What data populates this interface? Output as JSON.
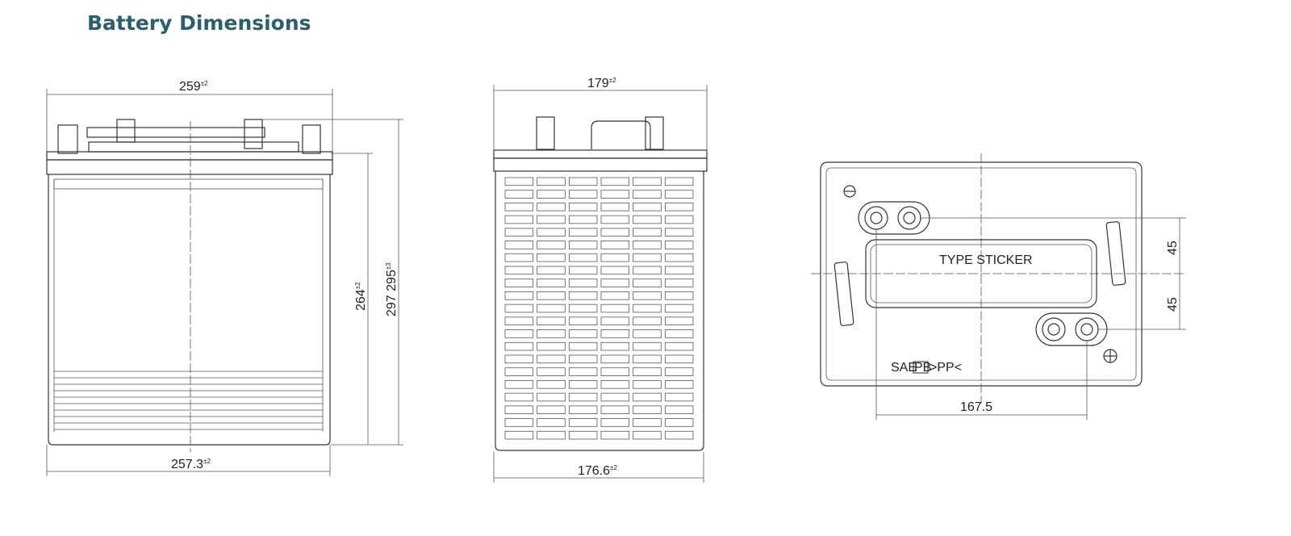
{
  "title": "Battery Dimensions",
  "front_view": {
    "top_width": "259",
    "top_width_tol": "±2",
    "bottom_width": "257.3",
    "bottom_width_tol": "±2",
    "height_body": "264",
    "height_body_tol": "±2",
    "height_total_a": "297",
    "height_total_b": "295",
    "height_total_tol": "±3"
  },
  "side_view": {
    "top_width": "179",
    "top_width_tol": "±2",
    "bottom_width": "176.6",
    "bottom_width_tol": "±2",
    "grid_columns": 6,
    "grid_rows": 21
  },
  "top_view": {
    "sticker": "TYPE STICKER",
    "offset_upper": "45",
    "offset_lower": "45",
    "terminal_spacing": "167.5",
    "marking_sae": "SAE",
    "marking_pb": "PB",
    "marking_pp": ">PP<"
  }
}
